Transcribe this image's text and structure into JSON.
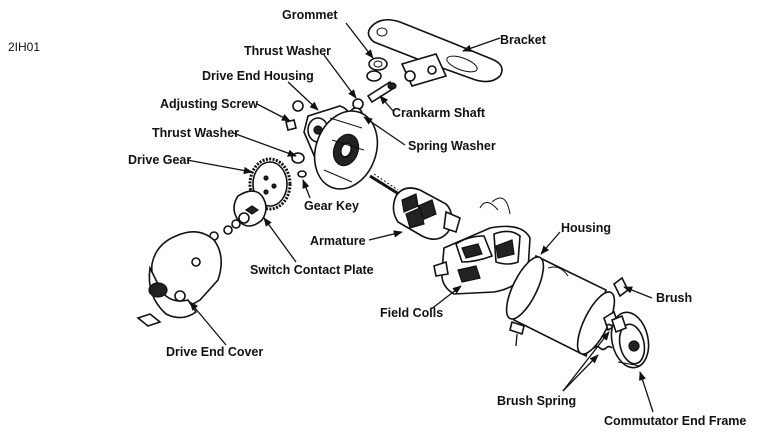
{
  "figure_id": "2IH01",
  "labels": {
    "grommet": "Grommet",
    "bracket": "Bracket",
    "thrust_washer_top": "Thrust Washer",
    "crankarm_shaft": "Crankarm Shaft",
    "drive_end_housing": "Drive End Housing",
    "adjusting_screw": "Adjusting Screw",
    "spring_washer": "Spring Washer",
    "thrust_washer_mid": "Thrust Washer",
    "drive_gear": "Drive Gear",
    "gear_key": "Gear Key",
    "armature": "Armature",
    "housing": "Housing",
    "switch_contact_plate": "Switch Contact Plate",
    "brush": "Brush",
    "field_coils": "Field Coils",
    "drive_end_cover": "Drive End Cover",
    "brush_spring": "Brush Spring",
    "commutator_end_frame": "Commutator End Frame"
  }
}
